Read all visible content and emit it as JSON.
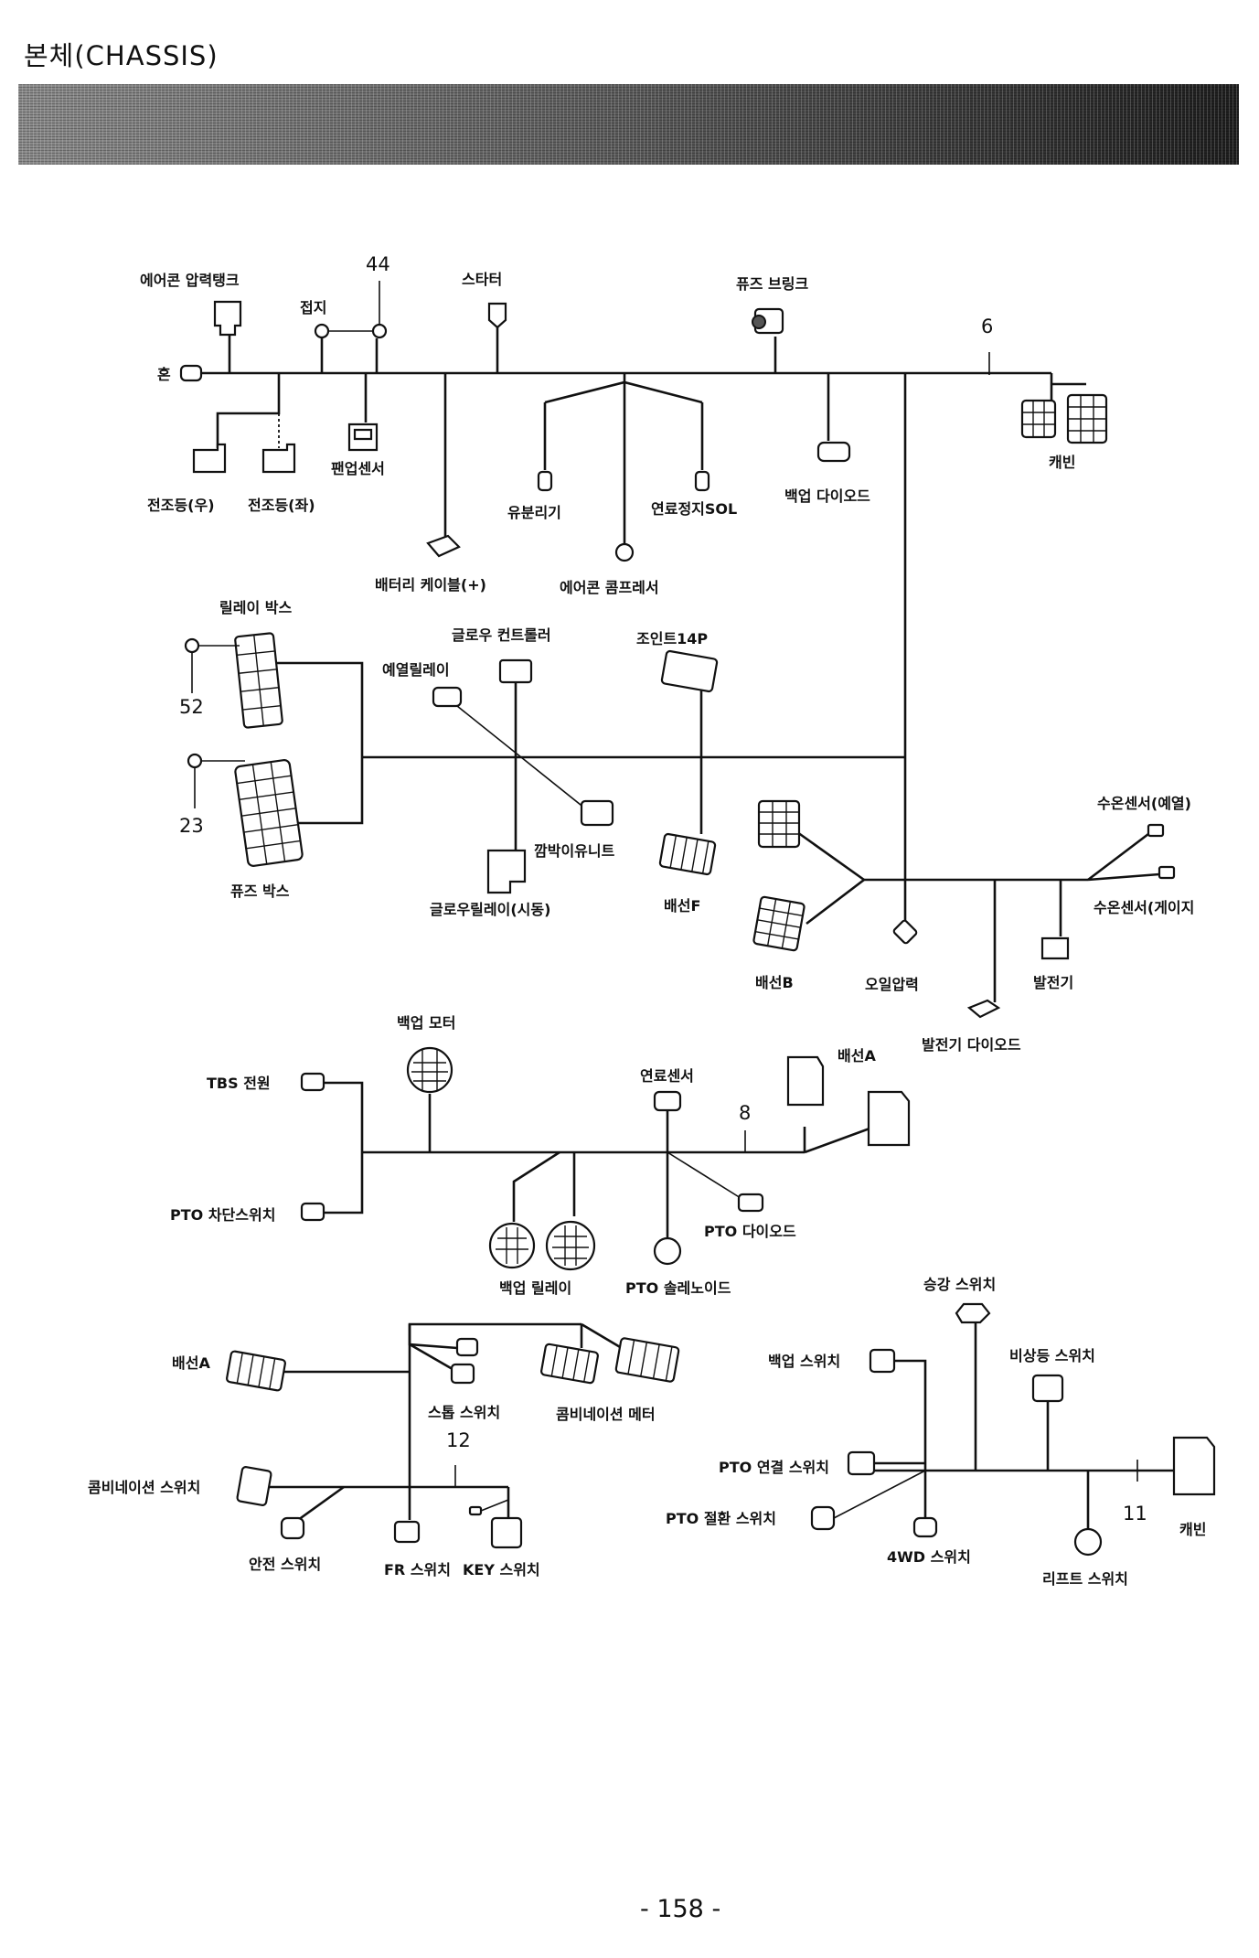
{
  "header": {
    "title": "본체(CHASSIS)"
  },
  "page_number": "- 158 -",
  "section1": {
    "labels": {
      "aircon_pressure": "에어콘 압력탱크",
      "ground": "접지",
      "starter": "스타터",
      "fuse_block": "퓨즈 브링크",
      "horn": "혼",
      "headlamp_r": "전조등(우)",
      "headlamp_l": "전조등(좌)",
      "fan_sensor": "팬업센서",
      "battery_cable": "배터리 케이블(+)",
      "oil_separator": "유분리기",
      "aircon_compressor": "에어콘 콤프레서",
      "fuel_stop_sol": "연료정지SOL",
      "backup_diode": "백업 다이오드",
      "cabin": "캐빈"
    },
    "numbers": {
      "n44": "44",
      "n6": "6"
    }
  },
  "section2": {
    "labels": {
      "relay_box": "릴레이 박스",
      "fuse_box": "퓨즈 박스",
      "glow_controller": "글로우 컨트롤러",
      "preheat_relay": "예열릴레이",
      "joint14p": "조인트14P",
      "flasher_unit": "깜박이유니트",
      "glow_relay_start": "글로우릴레이(시동)",
      "harness_f": "배선F",
      "harness_b": "배선B",
      "oil_pressure": "오일압력",
      "alt_diode": "발전기 다이오드",
      "alternator": "발전기",
      "water_temp_preheat": "수온센서(예열)",
      "water_temp_gauge": "수온센서(게이지"
    },
    "numbers": {
      "n52": "52",
      "n23": "23"
    }
  },
  "section3": {
    "labels": {
      "backup_motor": "백업 모터",
      "tbs_power": "TBS 전원",
      "pto_cutoff_switch": "PTO 차단스위치",
      "fuel_sensor": "연료센서",
      "harness_a": "배선A",
      "pto_diode": "PTO 다이오드",
      "backup_relay": "백업 릴레이",
      "pto_solenoid": "PTO 솔레노이드"
    },
    "numbers": {
      "n8": "8"
    }
  },
  "section4": {
    "labels": {
      "harness_a": "배선A",
      "stop_switch": "스톱 스위치",
      "combination_meter": "콤비네이션 메터",
      "combination_switch": "콤비네이션 스위치",
      "safety_switch": "안전 스위치",
      "fr_switch": "FR 스위치",
      "key_switch": "KEY 스위치"
    },
    "numbers": {
      "n12": "12"
    }
  },
  "section5": {
    "labels": {
      "lift_switch": "승강 스위치",
      "backup_switch": "백업 스위치",
      "hazard_switch": "비상등 스위치",
      "pto_connect_switch": "PTO 연결 스위치",
      "pto_disconnect_switch": "PTO 절환 스위치",
      "wd4_switch": "4WD 스위치",
      "reflect_switch": "리프트 스위치",
      "cabin": "캐빈"
    },
    "numbers": {
      "n11": "11"
    }
  }
}
